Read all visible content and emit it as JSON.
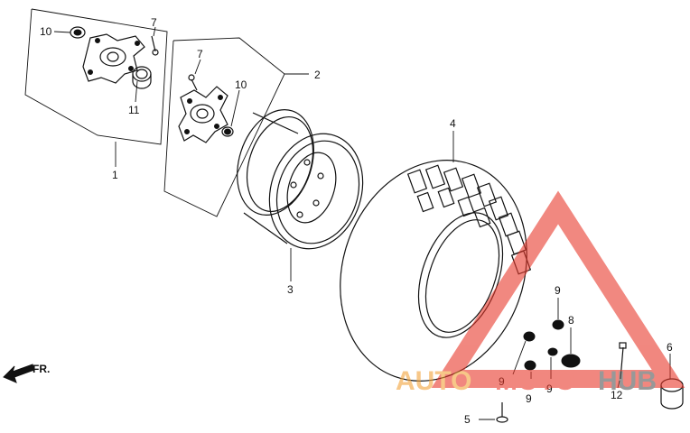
{
  "callouts": {
    "c1": "1",
    "c2": "2",
    "c3": "3",
    "c4": "4",
    "c5": "5",
    "c6": "6",
    "c7a": "7",
    "c7b": "7",
    "c8": "8",
    "c9a": "9",
    "c9b": "9",
    "c9c": "9",
    "c9d": "9",
    "c10a": "10",
    "c10b": "10",
    "c11": "11",
    "c12": "12"
  },
  "direction_marker": "FR.",
  "watermark": {
    "part1": "AUTO",
    "part2": "MOTO",
    "part3": "HUB",
    "color_red": "#e8392b",
    "color_orange": "#f2a33a",
    "color_gray": "#555555"
  }
}
